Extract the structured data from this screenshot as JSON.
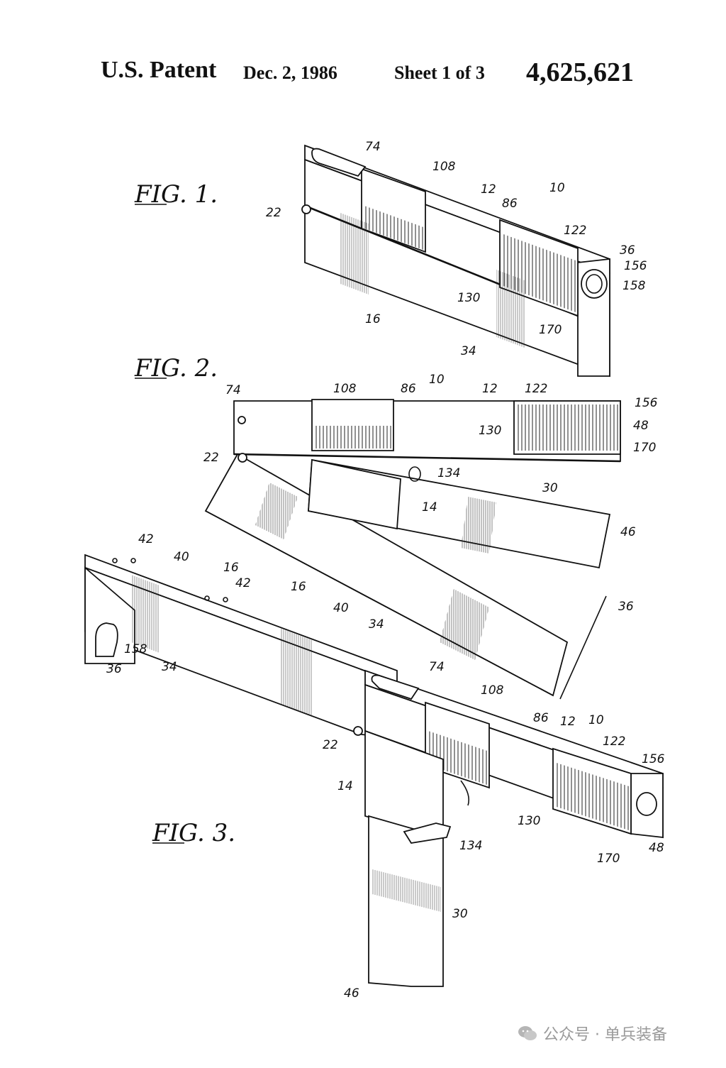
{
  "header": {
    "title": "U.S. Patent",
    "date": "Dec. 2, 1986",
    "sheet": "Sheet 1 of 3",
    "number": "4,625,621"
  },
  "figures": {
    "fig1": {
      "label": "FIG. 1.",
      "refs": {
        "r74": "74",
        "r108": "108",
        "r12": "12",
        "r86": "86",
        "r10": "10",
        "r22": "22",
        "r122": "122",
        "r36": "36",
        "r156": "156",
        "r158": "158",
        "r130": "130",
        "r16": "16",
        "r170": "170",
        "r34": "34"
      }
    },
    "fig2": {
      "label": "FIG. 2.",
      "refs": {
        "r74": "74",
        "r108": "108",
        "r86": "86",
        "r10": "10",
        "r12": "12",
        "r122": "122",
        "r156": "156",
        "r48": "48",
        "r22": "22",
        "r130": "130",
        "r170": "170",
        "r134": "134",
        "r30": "30",
        "r14": "14",
        "r46": "46",
        "r16": "16",
        "r40": "40",
        "r34": "34",
        "r36": "36"
      }
    },
    "fig3": {
      "label": "FIG. 3.",
      "refs": {
        "r42a": "42",
        "r40": "40",
        "r16": "16",
        "r42b": "42",
        "r158": "158",
        "r36": "36",
        "r34": "34",
        "r74": "74",
        "r108": "108",
        "r86": "86",
        "r12": "12",
        "r10": "10",
        "r22": "22",
        "r122": "122",
        "r156": "156",
        "r14": "14",
        "r130": "130",
        "r170": "170",
        "r48": "48",
        "r134": "134",
        "r30": "30",
        "r46": "46"
      }
    }
  },
  "watermark": {
    "text": "公众号 · 单兵装备",
    "icon": "wechat-icon"
  }
}
